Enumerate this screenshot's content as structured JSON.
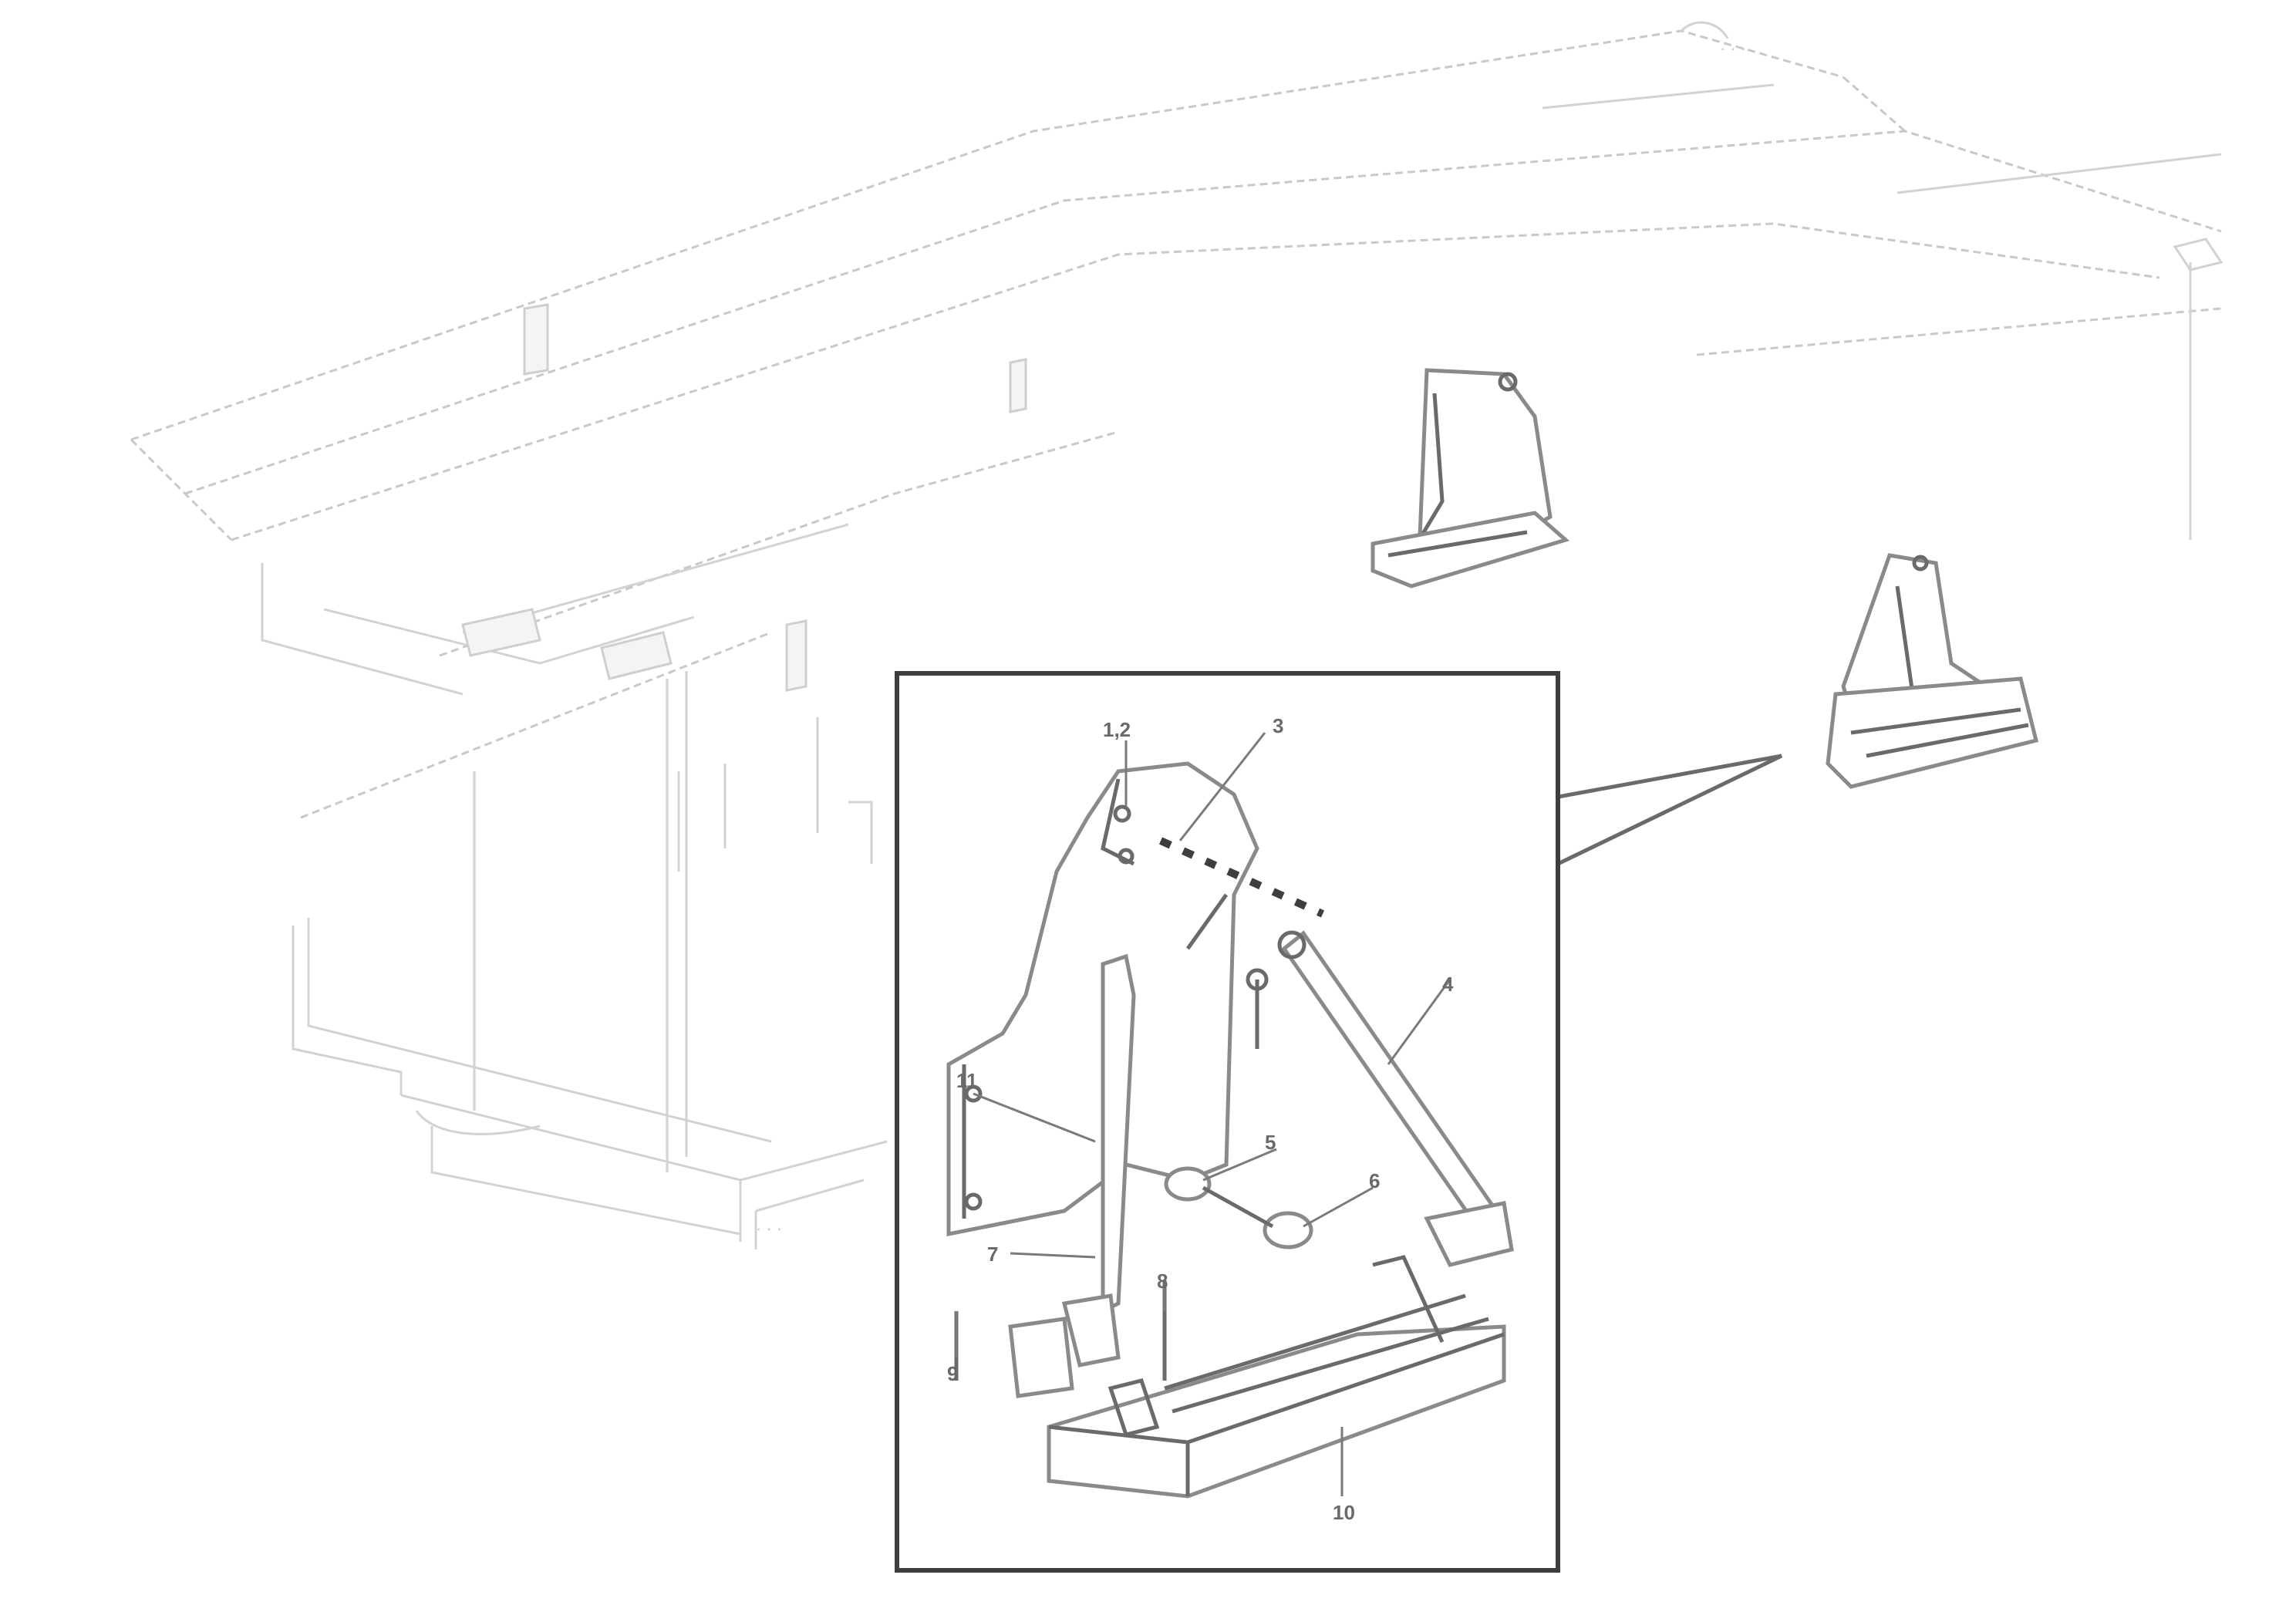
{
  "diagram": {
    "inset_callouts": [
      {
        "id": "callout-a",
        "label": "1,2"
      },
      {
        "id": "callout-b",
        "label": "3"
      },
      {
        "id": "callout-c",
        "label": "4"
      },
      {
        "id": "callout-d",
        "label": "5"
      },
      {
        "id": "callout-e",
        "label": "6"
      },
      {
        "id": "callout-f",
        "label": "7"
      },
      {
        "id": "callout-g",
        "label": "8"
      },
      {
        "id": "callout-h",
        "label": "9"
      },
      {
        "id": "callout-i",
        "label": "10"
      },
      {
        "id": "callout-j",
        "label": "11"
      }
    ]
  },
  "reference": {
    "line1": "",
    "line2": "",
    "line3": ""
  }
}
